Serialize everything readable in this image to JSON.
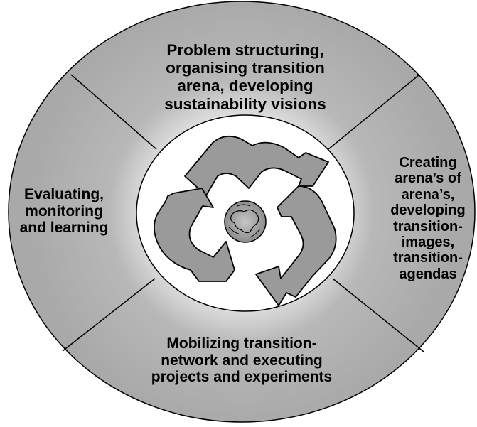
{
  "diagram": {
    "quadrants": {
      "top": "Problem structuring,\norganising transition\narena, developing\nsustainability visions",
      "right": "Creating\narena’s of\narena’s,\ndeveloping\ntransition-\nimages,\ntransition-\nagendas",
      "bottom": "Mobilizing transition-\nnetwork and executing\nprojects and experiments",
      "left": "Evaluating,\nmonitoring\nand learning"
    },
    "center_icon": "recycle-arrows-globe-icon",
    "colors": {
      "ring_fill": "#b0b0b0",
      "ring_shadow": "#e8e8e8",
      "arrow_fill": "#999999",
      "outline": "#000000"
    }
  }
}
